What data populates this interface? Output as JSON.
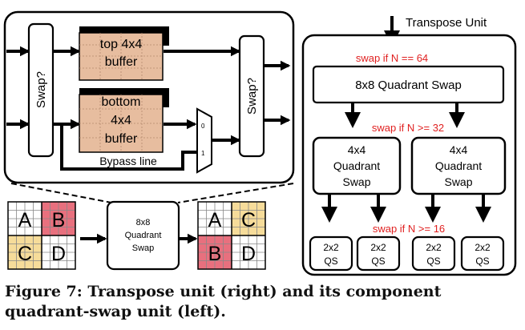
{
  "detail": {
    "swap_left": "Swap?",
    "swap_right": "Swap?",
    "top_buffer": [
      "top 4x4",
      "buffer"
    ],
    "bottom_buffer": [
      "bottom",
      "4x4",
      "buffer"
    ],
    "mux_in0": "0",
    "mux_in1": "1",
    "bypass": "Bypass line"
  },
  "flow": {
    "before": [
      "A",
      "B",
      "C",
      "D"
    ],
    "unit": [
      "8x8",
      "Quadrant",
      "Swap"
    ],
    "after": [
      "A",
      "C",
      "B",
      "D"
    ]
  },
  "transpose": {
    "title": "Transpose Unit",
    "cond_64": "swap if N == 64",
    "cond_32": "swap if N >= 32",
    "cond_16": "swap if N >= 16",
    "quad8": "8x8 Quadrant Swap",
    "quad4": [
      "4x4",
      "Quadrant",
      "Swap"
    ],
    "qs": [
      "2x2",
      "QS"
    ]
  },
  "caption": "Figure 7: Transpose unit (right) and its component quadrant-swap unit (left).",
  "colors": {
    "buffer_fill": "#e7bd9f",
    "grid_pink": "#e8707e",
    "grid_yellow": "#f6dc9a",
    "condition_red": "#e02020"
  }
}
